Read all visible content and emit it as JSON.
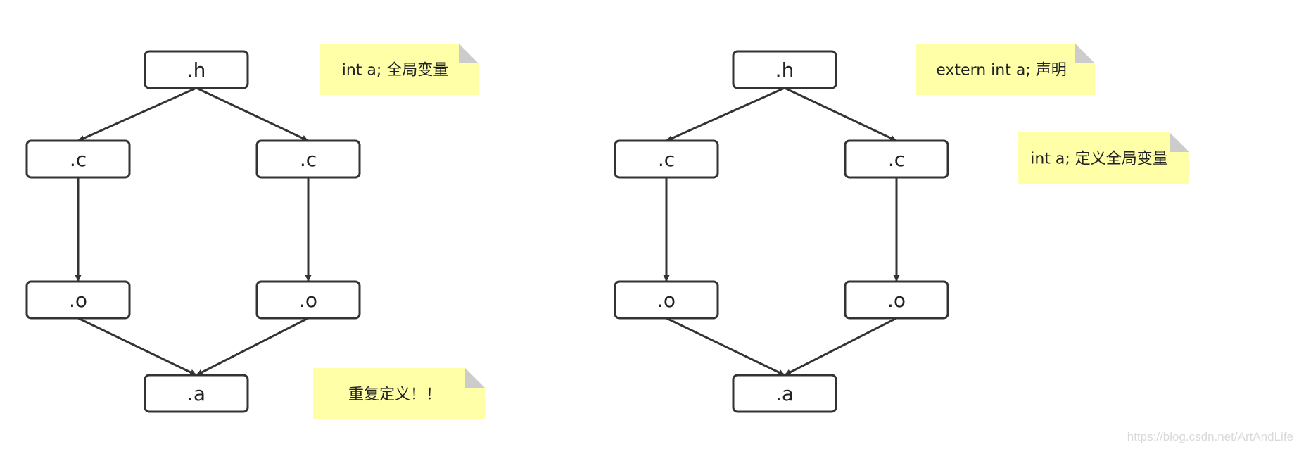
{
  "diagrams": [
    {
      "nodes": [
        {
          "id": "h",
          "label": ".h"
        },
        {
          "id": "c1",
          "label": ".c"
        },
        {
          "id": "c2",
          "label": ".c"
        },
        {
          "id": "o1",
          "label": ".o"
        },
        {
          "id": "o2",
          "label": ".o"
        },
        {
          "id": "a",
          "label": ".a"
        }
      ],
      "edges": [
        {
          "from": "h",
          "to": "c1"
        },
        {
          "from": "h",
          "to": "c2"
        },
        {
          "from": "c1",
          "to": "o1"
        },
        {
          "from": "c2",
          "to": "o2"
        },
        {
          "from": "o1",
          "to": "a"
        },
        {
          "from": "o2",
          "to": "a"
        }
      ],
      "notes": [
        {
          "id": "note-header-global",
          "text": "int a; 全局变量"
        },
        {
          "id": "note-redefinition",
          "text": "重复定义！！"
        }
      ]
    },
    {
      "nodes": [
        {
          "id": "h",
          "label": ".h"
        },
        {
          "id": "c1",
          "label": ".c"
        },
        {
          "id": "c2",
          "label": ".c"
        },
        {
          "id": "o1",
          "label": ".o"
        },
        {
          "id": "o2",
          "label": ".o"
        },
        {
          "id": "a",
          "label": ".a"
        }
      ],
      "edges": [
        {
          "from": "h",
          "to": "c1"
        },
        {
          "from": "h",
          "to": "c2"
        },
        {
          "from": "c1",
          "to": "o1"
        },
        {
          "from": "c2",
          "to": "o2"
        },
        {
          "from": "o1",
          "to": "a"
        },
        {
          "from": "o2",
          "to": "a"
        }
      ],
      "notes": [
        {
          "id": "note-extern-declaration",
          "text": "extern int a; 声明"
        },
        {
          "id": "note-global-definition",
          "text": "int a; 定义全局变量"
        }
      ]
    }
  ],
  "watermark": "https://blog.csdn.net/ArtAndLife",
  "colors": {
    "stroke": "#333333",
    "note_fill": "#ffffa8",
    "note_fold": "#cccccc"
  }
}
